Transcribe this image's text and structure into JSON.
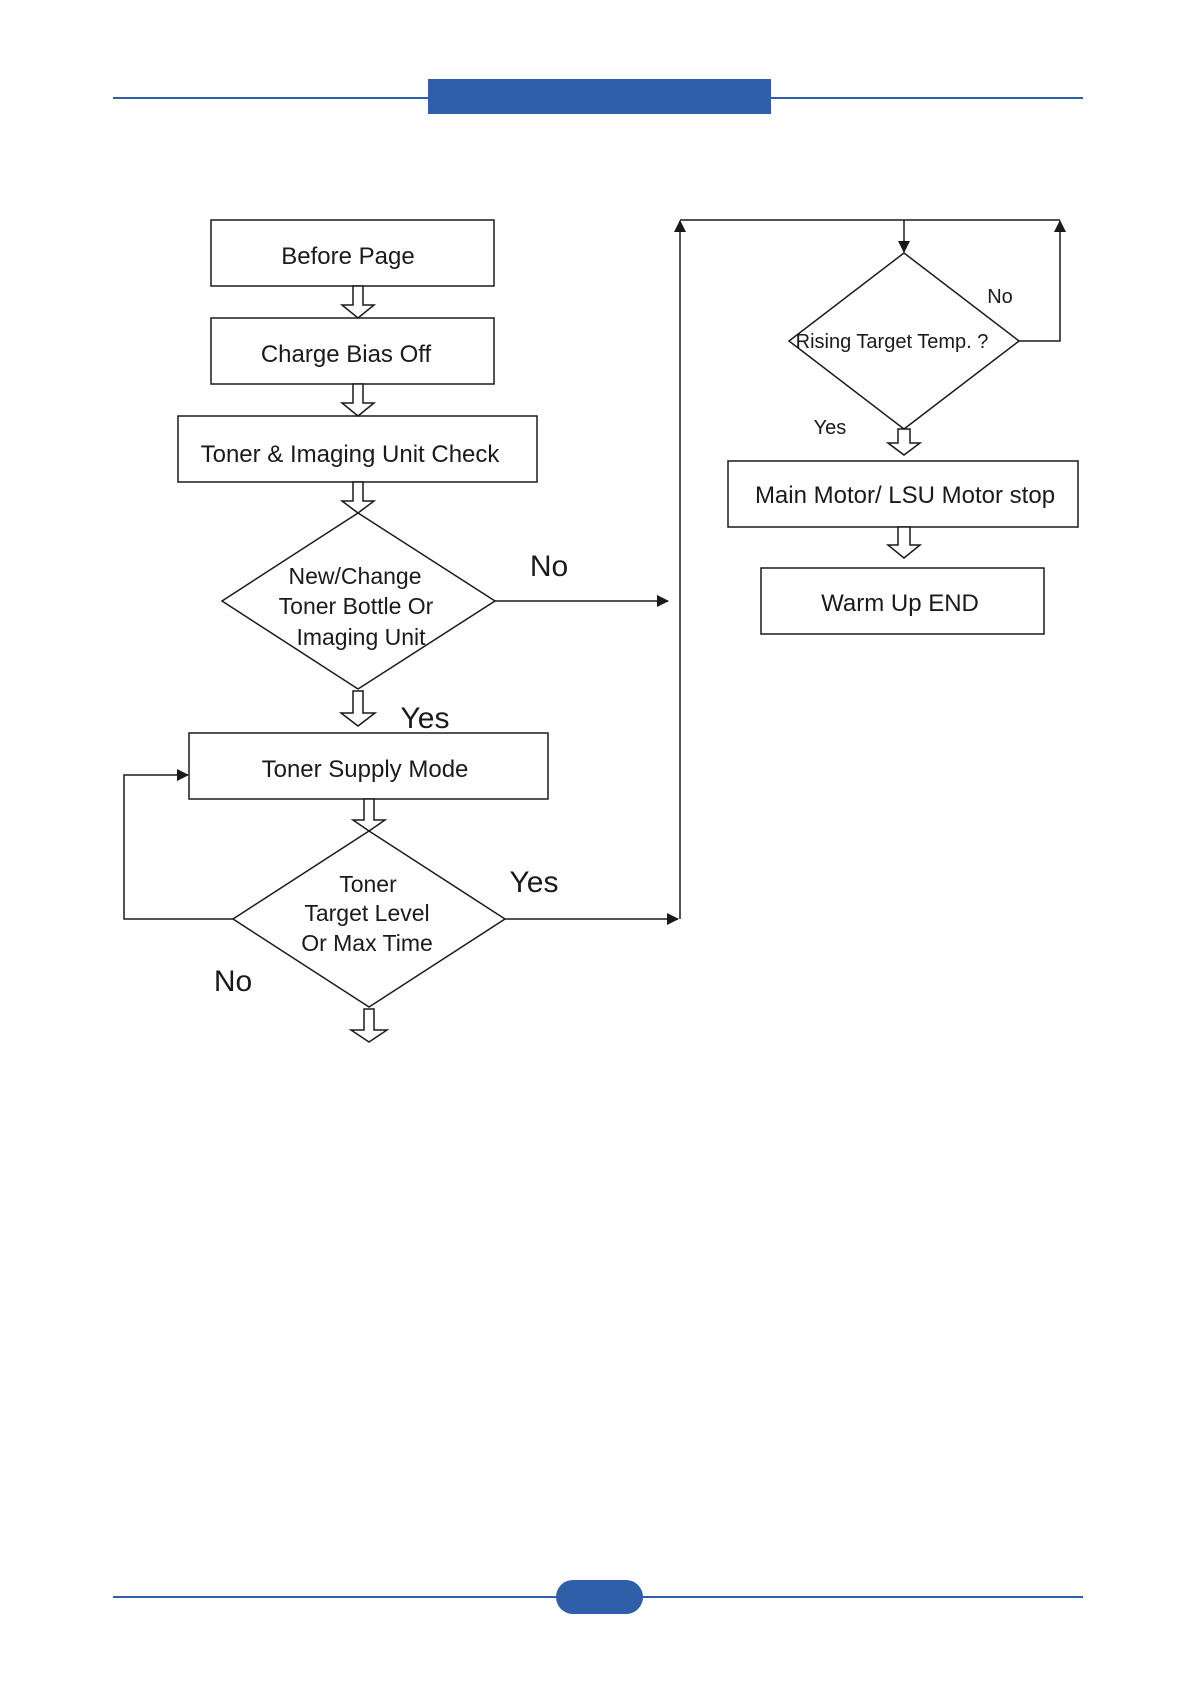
{
  "colors": {
    "accent": "#2f5fa8",
    "line": "#1a1a1a"
  },
  "header": {
    "tab_text": ""
  },
  "footer": {
    "page_badge_text": ""
  },
  "flowchart": {
    "before_page": "Before Page",
    "charge_bias_off": "Charge  Bias Off",
    "toner_imaging_check": "Toner  & Imaging Unit Check",
    "new_change_line1": "New/Change",
    "new_change_line2": "Toner Bottle Or",
    "new_change_line3": "Imaging Unit",
    "no_label_1": "No",
    "yes_label_1": "Yes",
    "toner_supply_mode": "Toner  Supply Mode",
    "target_level_line1": "Toner",
    "target_level_line2": "Target Level",
    "target_level_line3": "Or Max Time",
    "yes_label_2": "Yes",
    "no_label_2": "No",
    "rising_target_temp": "Rising Target Temp. ?",
    "no_label_3": "No",
    "yes_label_3": "Yes",
    "motor_stop": "Main Motor/ LSU Motor stop",
    "warm_up_end": "Warm Up END"
  }
}
